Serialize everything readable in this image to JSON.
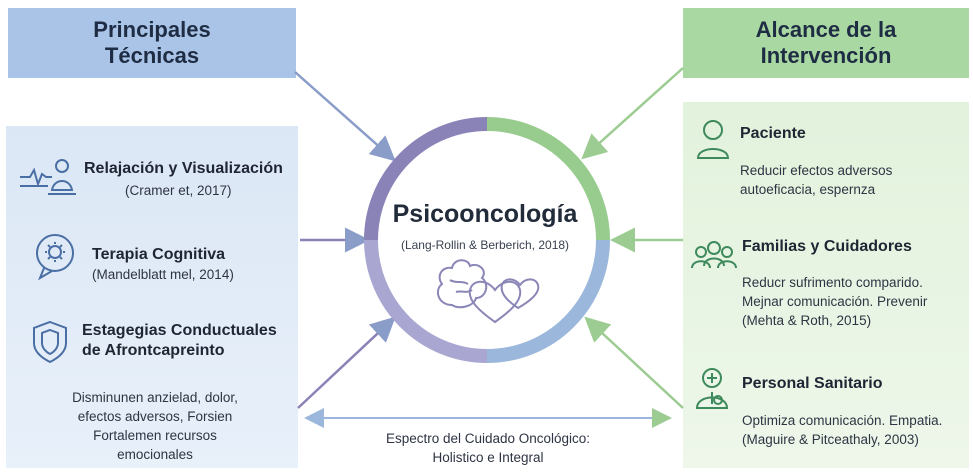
{
  "left": {
    "header": "Principales Técnicas",
    "items": [
      {
        "title": "Relajación y Visualización",
        "citation": "(Cramer et, 2017)"
      },
      {
        "title": "Terapia Cognitiva",
        "citation": "(Mandelblatt mel, 2014)"
      },
      {
        "title_line1": "Estagegias Conductuales",
        "title_line2": "de Afrontcapreinto"
      }
    ],
    "summary": [
      "Disminunen anzielad, dolor,",
      "efectos adversos, Forsien",
      "Fortalemen recursos",
      "emocionales"
    ]
  },
  "center": {
    "title": "Psicooncología",
    "citation": "(Lang-Rollin & Berberich, 2018)"
  },
  "bottom": {
    "line1": "Espectro del Cuidado Oncológico:",
    "line2": "Holistico e Integral"
  },
  "right": {
    "header": "Alcance de la Intervención",
    "items": [
      {
        "title": "Paciente",
        "lines": [
          "Reducir efectos adversos",
          "autoeficacia, espernza"
        ]
      },
      {
        "title": "Familias y Cuidadores",
        "lines": [
          "Reducr sufrimento comparido.",
          "Mejnar comunicación. Prevenir",
          "(Mehta & Roth, 2015)"
        ]
      },
      {
        "title": "Personal Sanitario",
        "lines": [
          "Optimiza comunicación. Empatia.",
          "(Maguire & Pitceathaly, 2003)"
        ]
      }
    ]
  },
  "colors": {
    "blue_header": "#a9c4e6",
    "green_header": "#a9d8a2",
    "ring_purple": "#8a83b8",
    "ring_green": "#98cc8e",
    "ring_blue": "#9bb8dc",
    "icon_blue": "#4a6fa5",
    "icon_green": "#3f8a5c"
  }
}
